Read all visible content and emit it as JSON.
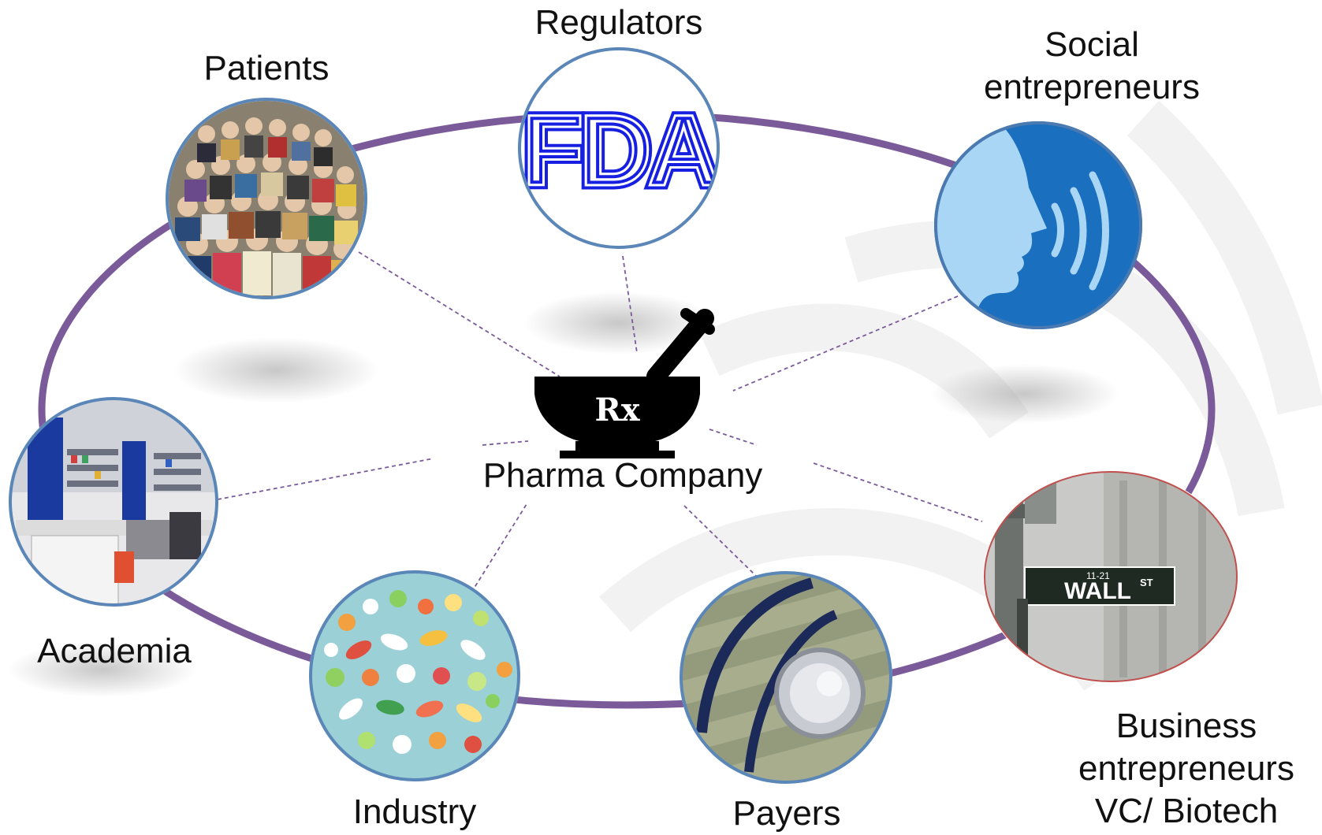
{
  "center": {
    "label": "Pharma Company",
    "symbol": "Rx",
    "icon": "mortar-pestle-icon"
  },
  "nodes": [
    {
      "id": "patients",
      "label": "Patients",
      "icon": "crowd-photo"
    },
    {
      "id": "regulators",
      "label": "Regulators",
      "icon": "fda-logo",
      "logo_text": "FDA"
    },
    {
      "id": "social",
      "label_lines": [
        "Social",
        "entrepreneurs"
      ],
      "icon": "speaking-head-icon"
    },
    {
      "id": "academia",
      "label": "Academia",
      "icon": "laboratory-photo"
    },
    {
      "id": "industry",
      "label": "Industry",
      "icon": "pills-photo"
    },
    {
      "id": "payers",
      "label": "Payers",
      "icon": "stethoscope-money-photo"
    },
    {
      "id": "business",
      "label_lines": [
        "Business",
        "entrepreneurs",
        "VC/ Biotech"
      ],
      "icon": "wall-street-sign-photo",
      "sign_text": "WALL",
      "sign_suffix": "ST",
      "sign_number": "11-21"
    }
  ],
  "colors": {
    "ring": "#7b5a9a",
    "connector": "#7b5a9a",
    "node_border": "#5a86b8",
    "business_border": "#c0504d",
    "fda_blue": "#1720e0",
    "social_bg": "#1a6fbf",
    "social_head": "#a9d6f5"
  }
}
